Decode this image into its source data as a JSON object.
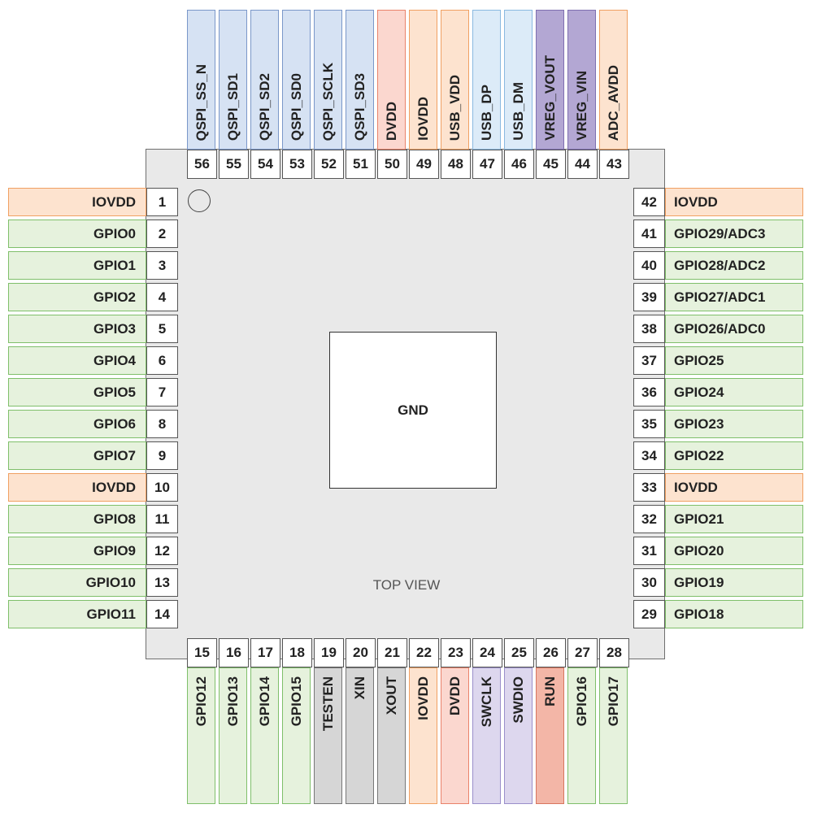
{
  "diagram": {
    "center_label": "GND",
    "view_label": "TOP VIEW",
    "colors": {
      "gpio_fill": "#e6f2dd",
      "gpio_border": "#7fbf6a",
      "power_fill": "#fde3cf",
      "power_border": "#f0a062",
      "dvdd_fill": "#fbd7cf",
      "dvdd_border": "#e9826a",
      "qspi_fill": "#d6e2f3",
      "qspi_border": "#7a97c9",
      "usb_fill": "#dcebf8",
      "usb_border": "#8ab9e0",
      "vreg_fill": "#b3a7d3",
      "vreg_border": "#7e6fb0",
      "debug_fill": "#ddd7ee",
      "debug_border": "#9a8fca",
      "misc_fill": "#d6d6d6",
      "misc_border": "#777777",
      "run_fill": "#f3b6a7",
      "run_border": "#d8765f"
    },
    "left_pins": [
      {
        "num": "1",
        "name": "IOVDD",
        "kind": "power"
      },
      {
        "num": "2",
        "name": "GPIO0",
        "kind": "gpio"
      },
      {
        "num": "3",
        "name": "GPIO1",
        "kind": "gpio"
      },
      {
        "num": "4",
        "name": "GPIO2",
        "kind": "gpio"
      },
      {
        "num": "5",
        "name": "GPIO3",
        "kind": "gpio"
      },
      {
        "num": "6",
        "name": "GPIO4",
        "kind": "gpio"
      },
      {
        "num": "7",
        "name": "GPIO5",
        "kind": "gpio"
      },
      {
        "num": "8",
        "name": "GPIO6",
        "kind": "gpio"
      },
      {
        "num": "9",
        "name": "GPIO7",
        "kind": "gpio"
      },
      {
        "num": "10",
        "name": "IOVDD",
        "kind": "power"
      },
      {
        "num": "11",
        "name": "GPIO8",
        "kind": "gpio"
      },
      {
        "num": "12",
        "name": "GPIO9",
        "kind": "gpio"
      },
      {
        "num": "13",
        "name": "GPIO10",
        "kind": "gpio"
      },
      {
        "num": "14",
        "name": "GPIO11",
        "kind": "gpio"
      }
    ],
    "bottom_pins": [
      {
        "num": "15",
        "name": "GPIO12",
        "kind": "gpio"
      },
      {
        "num": "16",
        "name": "GPIO13",
        "kind": "gpio"
      },
      {
        "num": "17",
        "name": "GPIO14",
        "kind": "gpio"
      },
      {
        "num": "18",
        "name": "GPIO15",
        "kind": "gpio"
      },
      {
        "num": "19",
        "name": "TESTEN",
        "kind": "misc"
      },
      {
        "num": "20",
        "name": "XIN",
        "kind": "misc"
      },
      {
        "num": "21",
        "name": "XOUT",
        "kind": "misc"
      },
      {
        "num": "22",
        "name": "IOVDD",
        "kind": "power"
      },
      {
        "num": "23",
        "name": "DVDD",
        "kind": "dvdd"
      },
      {
        "num": "24",
        "name": "SWCLK",
        "kind": "debug"
      },
      {
        "num": "25",
        "name": "SWDIO",
        "kind": "debug"
      },
      {
        "num": "26",
        "name": "RUN",
        "kind": "run"
      },
      {
        "num": "27",
        "name": "GPIO16",
        "kind": "gpio"
      },
      {
        "num": "28",
        "name": "GPIO17",
        "kind": "gpio"
      }
    ],
    "right_pins": [
      {
        "num": "42",
        "name": "IOVDD",
        "kind": "power"
      },
      {
        "num": "41",
        "name": "GPIO29/ADC3",
        "kind": "gpio"
      },
      {
        "num": "40",
        "name": "GPIO28/ADC2",
        "kind": "gpio"
      },
      {
        "num": "39",
        "name": "GPIO27/ADC1",
        "kind": "gpio"
      },
      {
        "num": "38",
        "name": "GPIO26/ADC0",
        "kind": "gpio"
      },
      {
        "num": "37",
        "name": "GPIO25",
        "kind": "gpio"
      },
      {
        "num": "36",
        "name": "GPIO24",
        "kind": "gpio"
      },
      {
        "num": "35",
        "name": "GPIO23",
        "kind": "gpio"
      },
      {
        "num": "34",
        "name": "GPIO22",
        "kind": "gpio"
      },
      {
        "num": "33",
        "name": "IOVDD",
        "kind": "power"
      },
      {
        "num": "32",
        "name": "GPIO21",
        "kind": "gpio"
      },
      {
        "num": "31",
        "name": "GPIO20",
        "kind": "gpio"
      },
      {
        "num": "30",
        "name": "GPIO19",
        "kind": "gpio"
      },
      {
        "num": "29",
        "name": "GPIO18",
        "kind": "gpio"
      }
    ],
    "top_pins": [
      {
        "num": "56",
        "name": "QSPI_SS_N",
        "kind": "qspi"
      },
      {
        "num": "55",
        "name": "QSPI_SD1",
        "kind": "qspi"
      },
      {
        "num": "54",
        "name": "QSPI_SD2",
        "kind": "qspi"
      },
      {
        "num": "53",
        "name": "QSPI_SD0",
        "kind": "qspi"
      },
      {
        "num": "52",
        "name": "QSPI_SCLK",
        "kind": "qspi"
      },
      {
        "num": "51",
        "name": "QSPI_SD3",
        "kind": "qspi"
      },
      {
        "num": "50",
        "name": "DVDD",
        "kind": "dvdd"
      },
      {
        "num": "49",
        "name": "IOVDD",
        "kind": "power"
      },
      {
        "num": "48",
        "name": "USB_VDD",
        "kind": "power"
      },
      {
        "num": "47",
        "name": "USB_DP",
        "kind": "usb"
      },
      {
        "num": "46",
        "name": "USB_DM",
        "kind": "usb"
      },
      {
        "num": "45",
        "name": "VREG_VOUT",
        "kind": "vreg"
      },
      {
        "num": "44",
        "name": "VREG_VIN",
        "kind": "vreg"
      },
      {
        "num": "43",
        "name": "ADC_AVDD",
        "kind": "power"
      }
    ]
  }
}
